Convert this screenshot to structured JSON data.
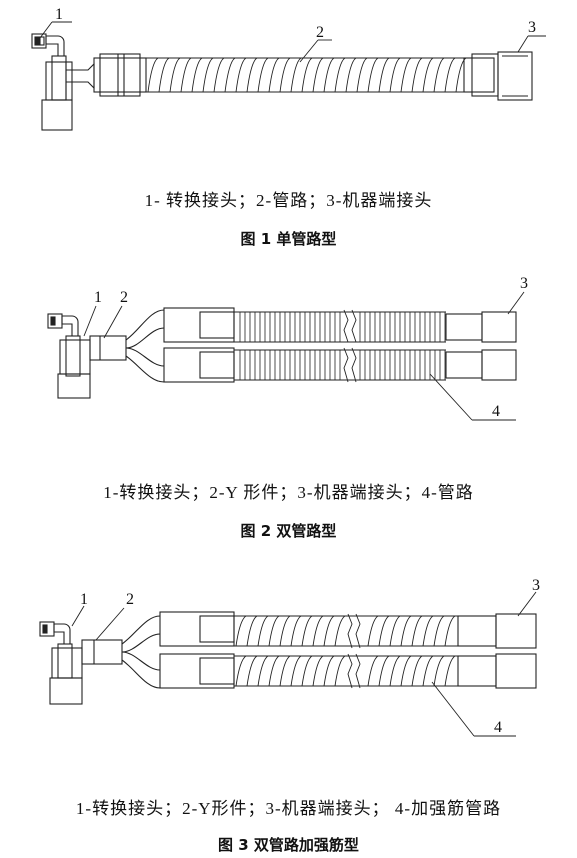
{
  "figures": [
    {
      "callouts": {
        "c1": "1",
        "c2": "2",
        "c3": "3"
      },
      "legend": "1- 转换接头；2-管路；3-机器端接头",
      "caption": "图 1  单管路型"
    },
    {
      "callouts": {
        "c1": "1",
        "c2": "2",
        "c3": "3",
        "c4": "4"
      },
      "legend": "1-转换接头；2-Y 形件；3-机器端接头；4-管路",
      "caption": "图 2  双管路型"
    },
    {
      "callouts": {
        "c1": "1",
        "c2": "2",
        "c3": "3",
        "c4": "4"
      },
      "legend": "1-转换接头；2-Y形件；3-机器端接头；  4-加强筋管路",
      "caption": "图 3  双管路加强筋型"
    }
  ]
}
